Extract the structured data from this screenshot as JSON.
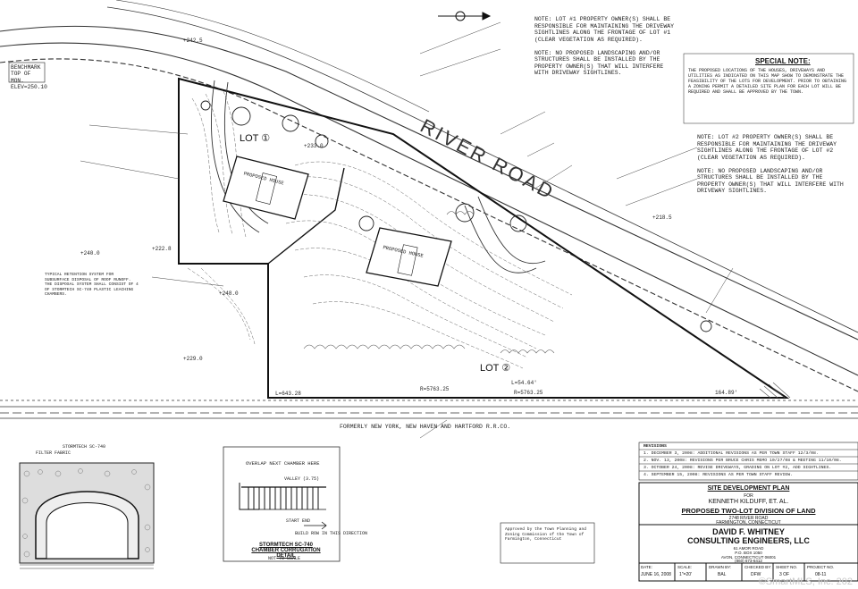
{
  "road_name": "RIVER ROAD",
  "lot_labels": {
    "lot1": "LOT ①",
    "lot2": "LOT ②"
  },
  "rail_label": "FORMERLY NEW YORK, NEW HAVEN AND HARTFORD R.R.CO.",
  "benchmark": "BENCHMARK TOP OF MON. ELEV=250.10",
  "house_label": "PROPOSED HOUSE",
  "special_note": {
    "title": "SPECIAL NOTE:",
    "body": "THE PROPOSED LOCATIONS OF THE HOUSES, DRIVEWAYS AND UTILITIES AS INDICATED ON THIS MAP SHOW TO DEMONSTRATE THE FEASIBILITY OF THE LOTS FOR DEVELOPMENT. PRIOR TO OBTAINING A ZONING PERMIT A DETAILED SITE PLAN FOR EACH LOT WILL BE REQUIRED AND SHALL BE APPROVED BY THE TOWN."
  },
  "note_lot1": "NOTE: LOT #1 PROPERTY OWNER(S) SHALL BE RESPONSIBLE FOR MAINTAINING THE DRIVEWAY SIGHTLINES ALONG THE FRONTAGE OF LOT #1 (CLEAR VEGETATION AS REQUIRED).\n\nNOTE: NO PROPOSED LANDSCAPING AND/OR STRUCTURES SHALL BE INSTALLED BY THE PROPERTY OWNER(S) THAT WILL INTERFERE WITH DRIVEWAY SIGHTLINES.",
  "note_lot2": "NOTE: LOT #2 PROPERTY OWNER(S) SHALL BE RESPONSIBLE FOR MAINTAINING THE DRIVEWAY SIGHTLINES ALONG THE FRONTAGE OF LOT #2 (CLEAR VEGETATION AS REQUIRED).\n\nNOTE: NO PROPOSED LANDSCAPING AND/OR STRUCTURES SHALL BE INSTALLED BY THE PROPERTY OWNER(S) THAT WILL INTERFERE WITH DRIVEWAY SIGHTLINES.",
  "typical_note": "TYPICAL RETENTION SYSTEM FOR SUBSURFACE DISPOSAL OF ROOF RUNOFF. THE DISPOSAL SYSTEM SHALL CONSIST OF 4 OF STORMTECH SC-740 PLASTIC LEACHING CHAMBERS.",
  "detail": {
    "chamber_label": "STORMTECH SC-740 CHAMBER CORRUGATION DETAIL",
    "scale": "NOT TO SCALE",
    "build_row": "BUILD ROW IN THIS DIRECTION",
    "start_end": "START END",
    "overlap": "OVERLAP NEXT CHAMBER HERE",
    "valley": "VALLEY (3.75)",
    "filter": "FILTER FABRIC",
    "stormtech": "STORMTECH SC-740"
  },
  "revisions": [
    "REVISIONS",
    "1. DECEMBER 3, 2008: ADDITIONAL REVISIONS AS PER TOWN STAFF 12/3/08.",
    "2. NOV. 13, 2008: REVISIONS PER BRUCE CHRIS MEMO 10/27/08 & MEETING 11/10/08.",
    "3. OCTOBER 24, 2008: REVISE DRIVEWAYS, GRADING ON LOT #2, ADD SIGHTLINES.",
    "4. SEPTEMBER 15, 2008: REVISIONS AS PER TOWN STAFF REVIEW."
  ],
  "title_block": {
    "plan_title": "SITE DEVELOPMENT PLAN",
    "for": "FOR",
    "client": "KENNETH KILDUFF, ET. AL.",
    "project": "PROPOSED TWO-LOT DIVISION OF LAND",
    "address": "2748 RIVER ROAD",
    "town": "FARMINGTON, CONNECTICUT",
    "firm1": "DAVID F. WHITNEY",
    "firm2": "CONSULTING ENGINEERS, LLC",
    "firm_addr1": "61 AMOR ROAD",
    "firm_addr2": "P.O. BOX 1050",
    "firm_addr3": "AVON, CONNECTICUT 06001",
    "firm_phone": "(860) 673-6412",
    "date_label": "DATE:",
    "date": "JUNE 16, 2008",
    "scale_label": "SCALE:",
    "scale": "1\"=20'",
    "drawn_label": "DRAWN BY:",
    "drawn": "BAL",
    "checked_label": "CHECKED BY:",
    "checked": "DFW",
    "sheet_label": "SHEET NO.",
    "sheet": "3 OF",
    "project_label": "PROJECT NO.",
    "project_no": "08-11"
  },
  "approval_text": "Approved by the Town Planning and Zoning Commission of the Town of Farmington, Connecticut",
  "dims": [
    "L=643.28",
    "R=5763.25",
    "L=54.64'",
    "R=5763.25",
    "164.89'",
    "+242.5",
    "+248.0",
    "+222.8",
    "+233.0",
    "+218.5",
    "+240.0",
    "+229.0"
  ],
  "watermark": "©SmartMLS, Inc. 202",
  "colors": {
    "ink": "#1a1a1a",
    "paper": "#ffffff",
    "hatch": "#555555"
  }
}
